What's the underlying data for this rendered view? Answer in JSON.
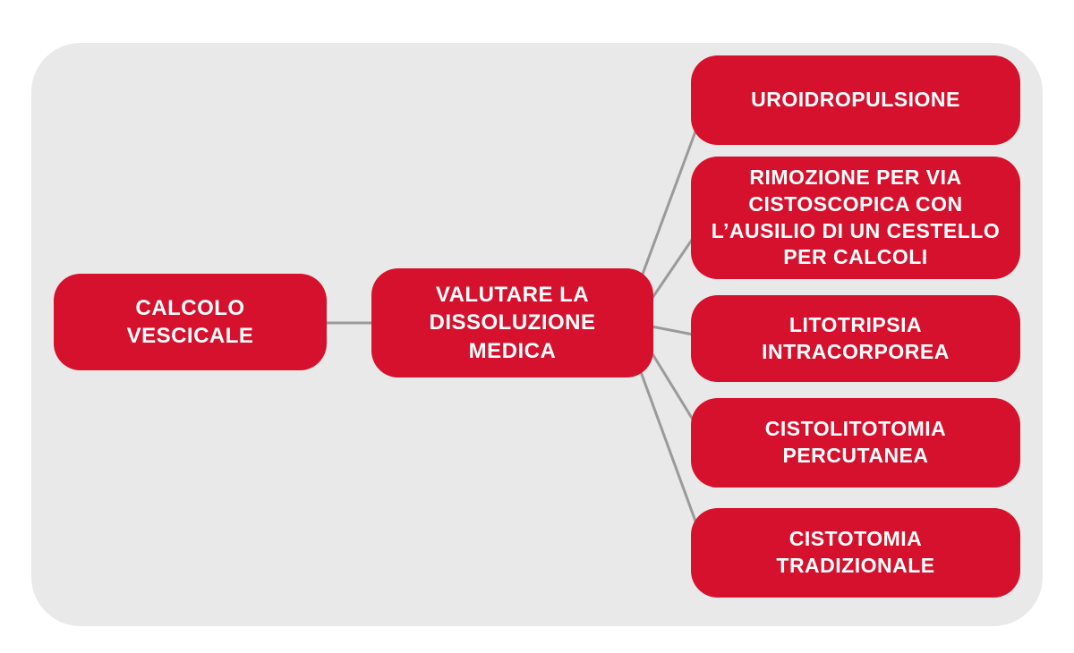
{
  "colors": {
    "node_red": "#d5112d",
    "panel_gray": "#e9e9e9",
    "line_gray": "#9a9a9a",
    "text_white": "#ffffff"
  },
  "diagram": {
    "root": {
      "label": "CALCOLO VESCICALE"
    },
    "decision": {
      "label": "VALUTARE LA DISSOLUZIONE MEDICA"
    },
    "options": [
      {
        "label": "UROIDROPULSIONE"
      },
      {
        "label": "RIMOZIONE PER VIA CISTOSCOPICA CON L’AUSILIO DI UN CESTELLO PER CALCOLI"
      },
      {
        "label": "LITOTRIPSIA INTRACORPOREA"
      },
      {
        "label": "CISTOLITOTOMIA PERCUTANEA"
      },
      {
        "label": "CISTOTOMIA TRADIZIONALE"
      }
    ]
  }
}
